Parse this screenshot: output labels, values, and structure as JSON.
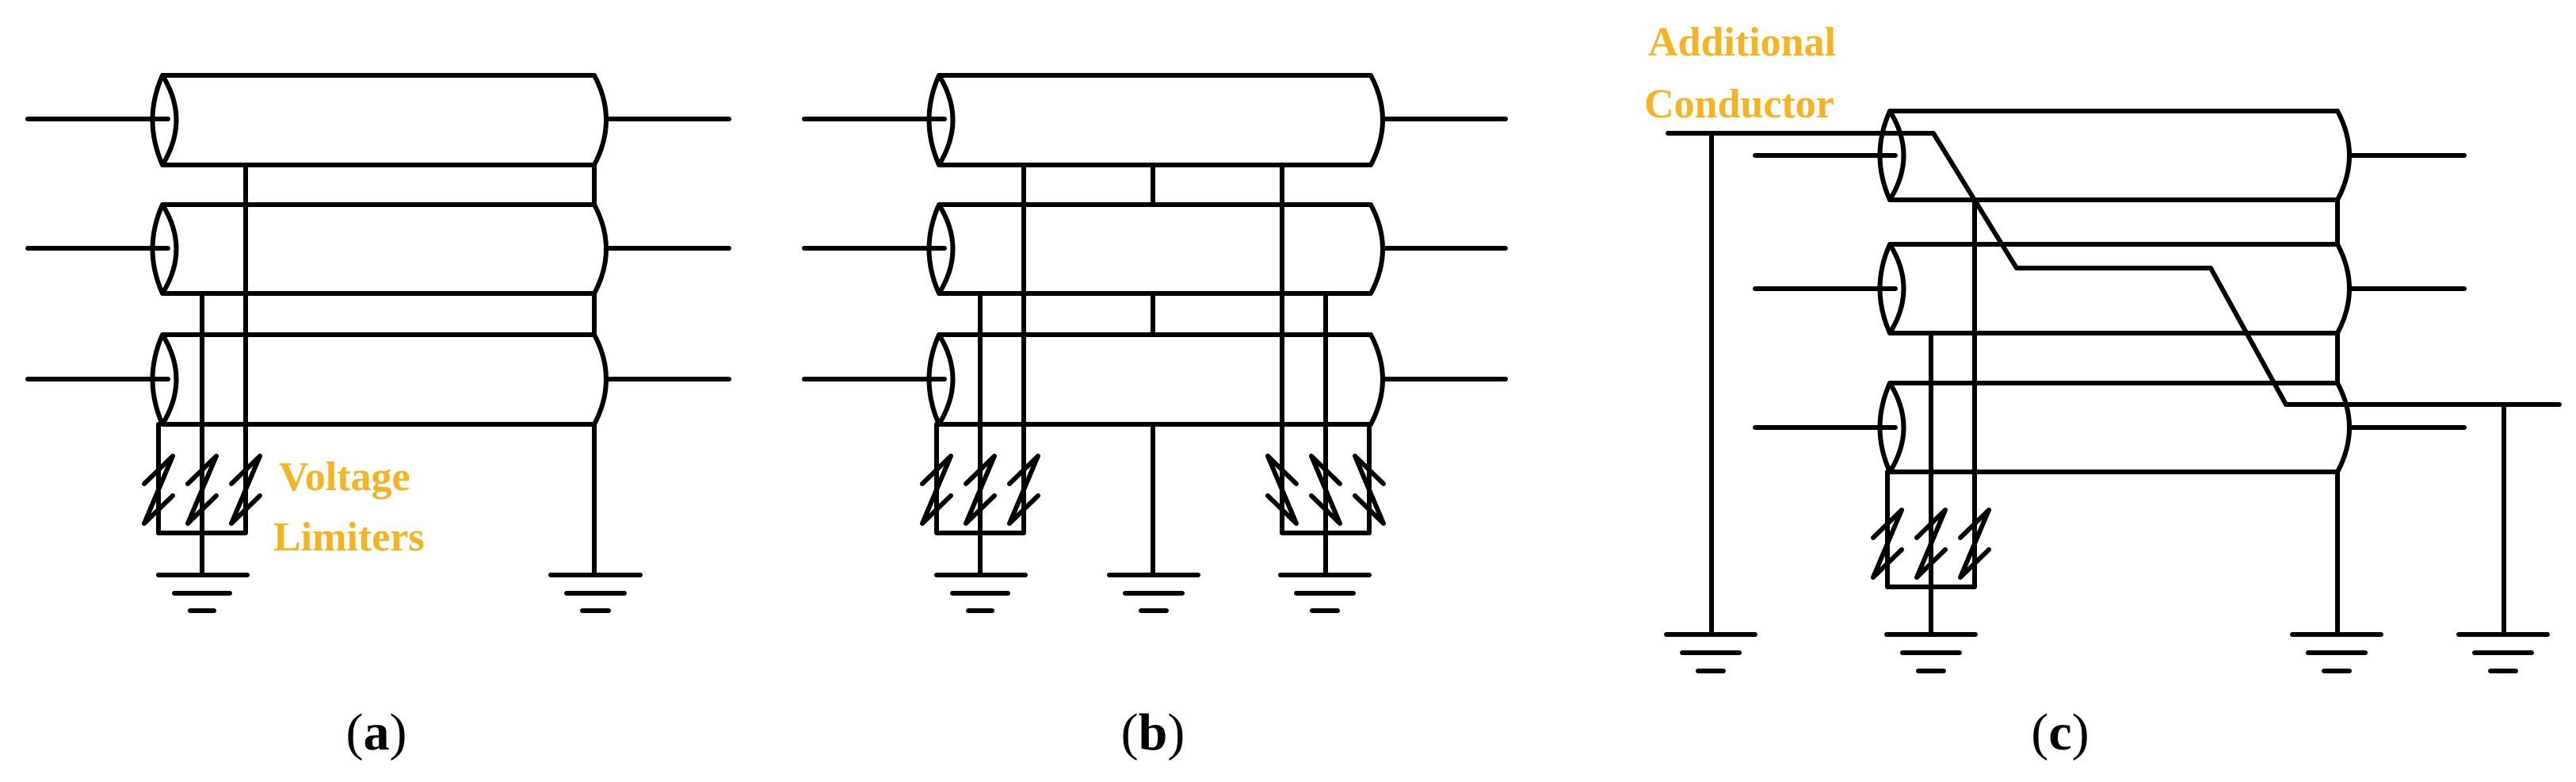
{
  "labels": {
    "voltage_limiters_line1": "Voltage",
    "voltage_limiters_line2": "Limiters",
    "additional_conductor_line1": "Additional",
    "additional_conductor_line2": "Conductor"
  },
  "captions": [
    {
      "open": "(",
      "letter": "a",
      "close": ")"
    },
    {
      "open": "(",
      "letter": "b",
      "close": ")"
    },
    {
      "open": "(",
      "letter": "c",
      "close": ")"
    }
  ],
  "colors": {
    "label": "#f6b320",
    "line": "#000000"
  }
}
